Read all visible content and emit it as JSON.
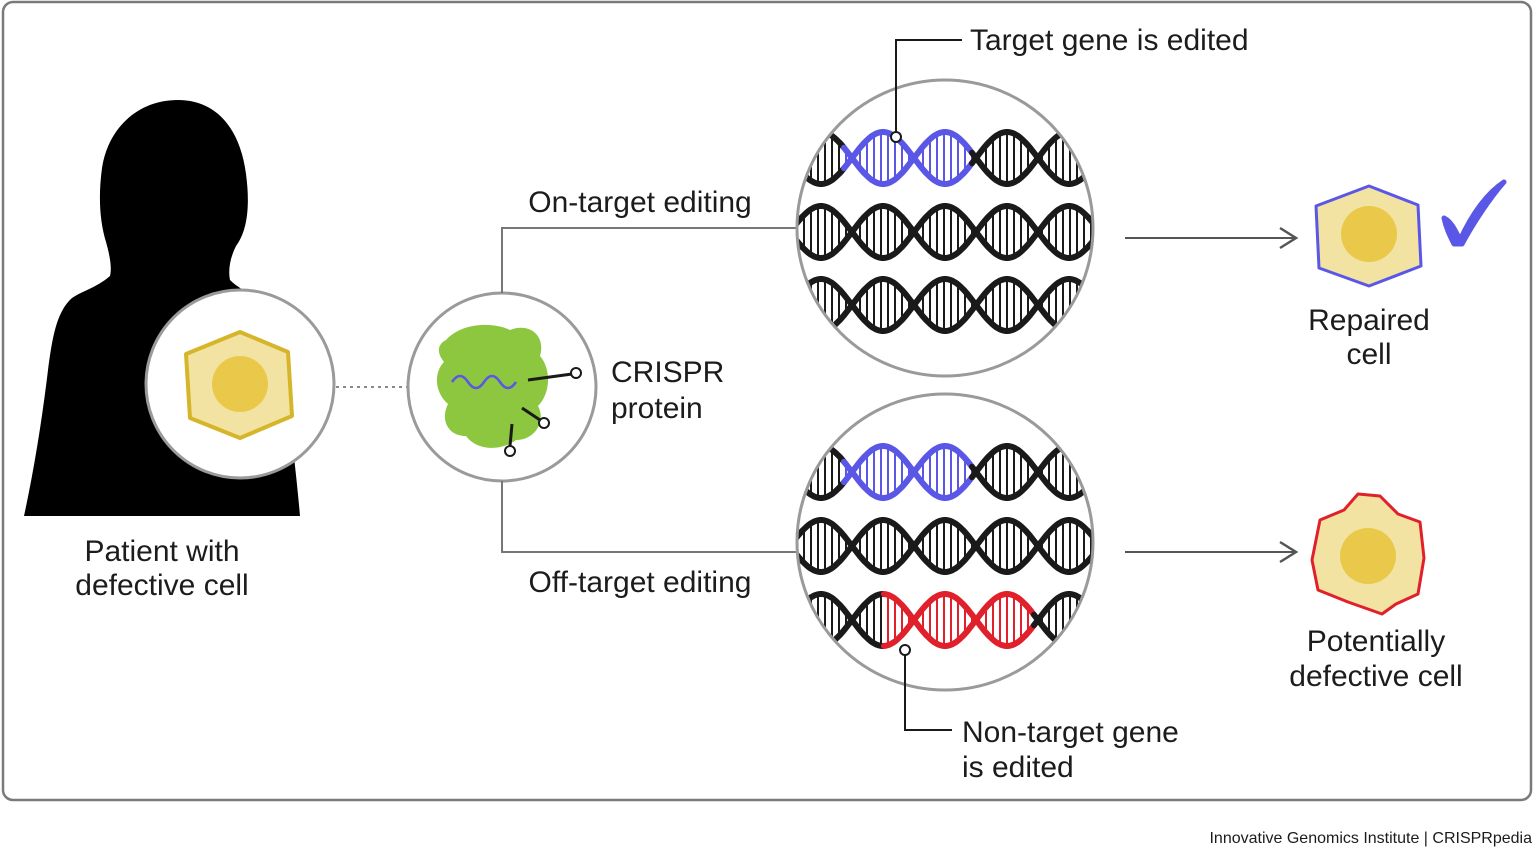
{
  "labels": {
    "patient_line1": "Patient with",
    "patient_line2": "defective cell",
    "crispr_line1": "CRISPR",
    "crispr_line2": "protein",
    "on_target": "On-target editing",
    "off_target": "Off-target editing",
    "target_edited": "Target gene is edited",
    "nontarget_line1": "Non-target gene",
    "nontarget_line2": "is edited",
    "repaired_line1": "Repaired",
    "repaired_line2": "cell",
    "potential_line1": "Potentially",
    "potential_line2": "defective cell"
  },
  "footer": {
    "credit": "Innovative Genomics Institute | CRISPRpedia"
  },
  "colors": {
    "frame": "#7a7a7a",
    "silhouette": "#000000",
    "dna_normal": "#1a1a1a",
    "dna_target": "#5b57e6",
    "dna_offtarget": "#e0202a",
    "protein": "#8dc63f",
    "cell_fill": "#f3e3a3",
    "cell_nucleus": "#e9c84a",
    "defective_cell_border": "#d6b52a",
    "repaired_cell_border": "#5b57e6",
    "potential_cell_border": "#e0202a",
    "checkmark": "#5b57e6"
  },
  "icons": {
    "checkmark": "check-icon",
    "arrow": "arrow-right-icon"
  }
}
